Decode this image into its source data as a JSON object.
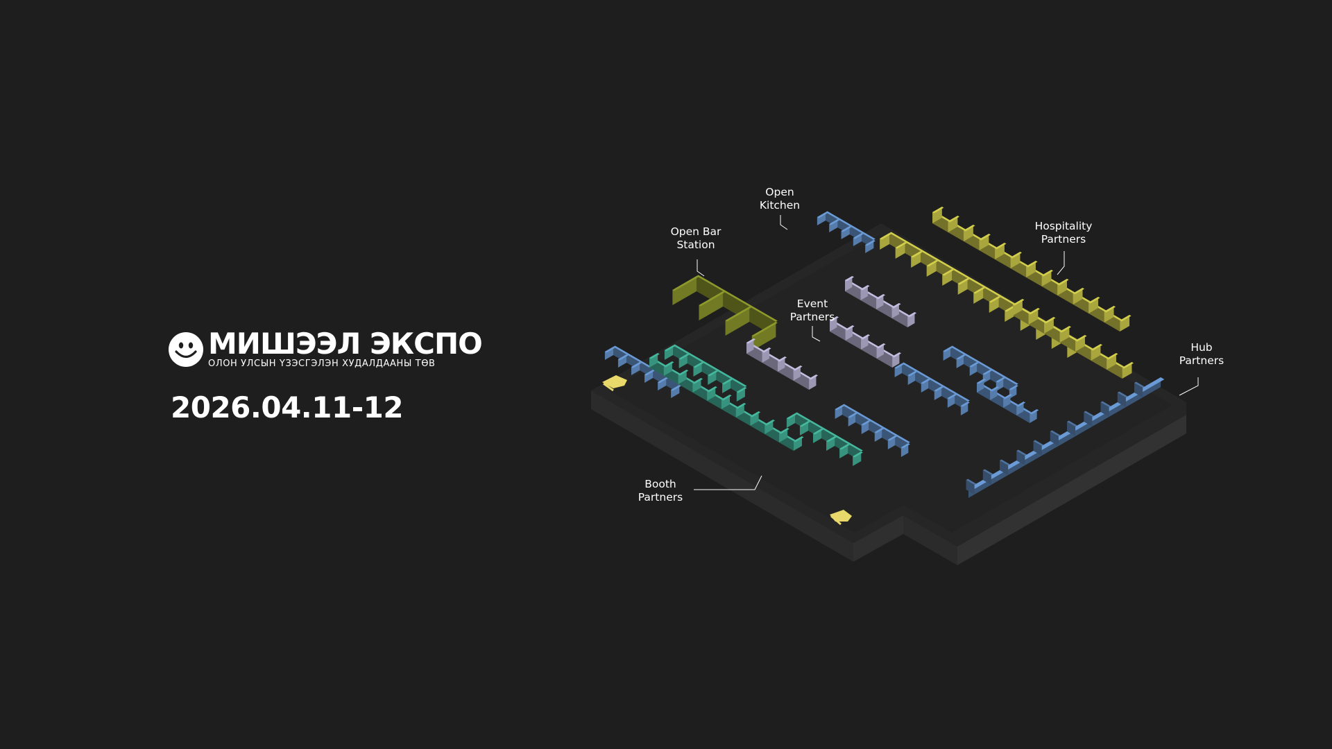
{
  "brand": {
    "name": "МИШЭЭЛ ЭКСПО",
    "subtitle": "ОЛОН УЛСЫН ҮЗЭСГЭЛЭН ХУДАЛДААНЫ ТӨВ",
    "icon": "smiley-face-icon"
  },
  "event": {
    "dates": "2026.04.11-12"
  },
  "floor_map": {
    "labels": {
      "open_kitchen": [
        "Open",
        "Kitchen"
      ],
      "open_bar": [
        "Open Bar",
        "Station"
      ],
      "hospitality": [
        "Hospitality",
        "Partners"
      ],
      "event": [
        "Event",
        "Partners"
      ],
      "hub": [
        "Hub",
        "Partners"
      ],
      "booth": [
        "Booth",
        "Partners"
      ]
    },
    "zone_colors": {
      "floor_top": "#262626",
      "floor_side": "#2c2c2c",
      "open_kitchen": "#8f9a2c",
      "hospitality": "#d3cf4d",
      "event": "#c3bde0",
      "hub": "#6b9bd6",
      "booth": "#45b89e",
      "entrance": "#e8d96a"
    }
  }
}
